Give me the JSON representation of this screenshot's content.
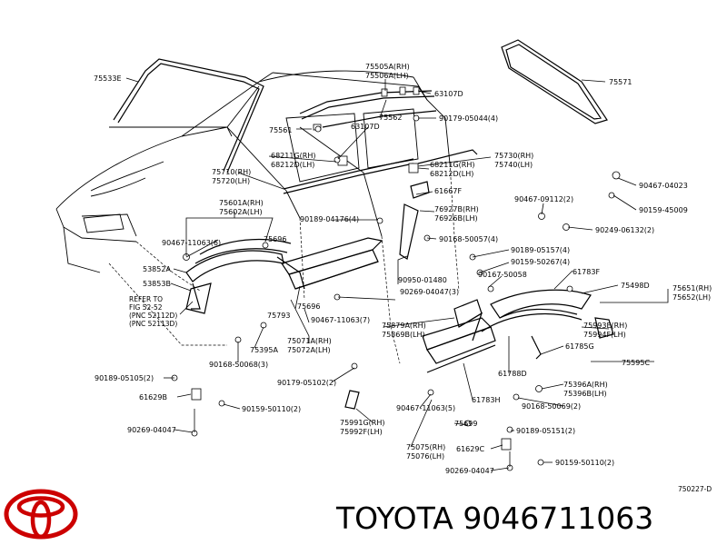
{
  "parts": [
    {
      "id": "p1",
      "text": "75533E"
    },
    {
      "id": "p2",
      "text": "75505A(RH)"
    },
    {
      "id": "p3",
      "text": "75506A(LH)"
    },
    {
      "id": "p4",
      "text": "63107D"
    },
    {
      "id": "p5",
      "text": "75571"
    },
    {
      "id": "p6",
      "text": "75561"
    },
    {
      "id": "p7",
      "text": "75562"
    },
    {
      "id": "p8",
      "text": "90179-05044(4)"
    },
    {
      "id": "p9",
      "text": "63107D"
    },
    {
      "id": "p10",
      "text": "68211G(RH)"
    },
    {
      "id": "p11",
      "text": "68212D(LH)"
    },
    {
      "id": "p12",
      "text": "75730(RH)"
    },
    {
      "id": "p13",
      "text": "75740(LH)"
    },
    {
      "id": "p14",
      "text": "75710(RH)"
    },
    {
      "id": "p15",
      "text": "75720(LH)"
    },
    {
      "id": "p16",
      "text": "68211G(RH)"
    },
    {
      "id": "p17",
      "text": "68212D(LH)"
    },
    {
      "id": "p18",
      "text": "61667F"
    },
    {
      "id": "p19",
      "text": "90467-09112(2)"
    },
    {
      "id": "p20",
      "text": "90467-04023"
    },
    {
      "id": "p21",
      "text": "90159-45009"
    },
    {
      "id": "p22",
      "text": "75601A(RH)"
    },
    {
      "id": "p23",
      "text": "75602A(LH)"
    },
    {
      "id": "p24",
      "text": "90189-04176(4)"
    },
    {
      "id": "p25",
      "text": "76927B(RH)"
    },
    {
      "id": "p26",
      "text": "76926B(LH)"
    },
    {
      "id": "p27",
      "text": "90249-06132(2)"
    },
    {
      "id": "p28",
      "text": "90467-11063(6)"
    },
    {
      "id": "p29",
      "text": "75696"
    },
    {
      "id": "p30",
      "text": "90168-50057(4)"
    },
    {
      "id": "p31",
      "text": "90189-05157(4)"
    },
    {
      "id": "p32",
      "text": "90159-50267(4)"
    },
    {
      "id": "p33",
      "text": "53852A"
    },
    {
      "id": "p34",
      "text": "90167-50058"
    },
    {
      "id": "p35",
      "text": "61783F"
    },
    {
      "id": "p36",
      "text": "53853B"
    },
    {
      "id": "p37",
      "text": "90950-01480"
    },
    {
      "id": "p38",
      "text": "75498D"
    },
    {
      "id": "p39",
      "text": "75651(RH)"
    },
    {
      "id": "p40",
      "text": "75652(LH)"
    },
    {
      "id": "p41",
      "text": "90269-04047(3)"
    },
    {
      "id": "p42",
      "text": "75696"
    },
    {
      "id": "p43",
      "text": "75793"
    },
    {
      "id": "p44",
      "text": "90467-11063(7)"
    },
    {
      "id": "p45",
      "text": "75879A(RH)"
    },
    {
      "id": "p46",
      "text": "75869B(LH)"
    },
    {
      "id": "p47",
      "text": "75993E(RH)"
    },
    {
      "id": "p48",
      "text": "75994F(LH)"
    },
    {
      "id": "p49",
      "text": "75071A(RH)"
    },
    {
      "id": "p50",
      "text": "75072A(LH)"
    },
    {
      "id": "p51",
      "text": "75395A"
    },
    {
      "id": "p52",
      "text": "61785G"
    },
    {
      "id": "p53",
      "text": "90168-50068(3)"
    },
    {
      "id": "p54",
      "text": "75595C"
    },
    {
      "id": "p55",
      "text": "90179-05102(2)"
    },
    {
      "id": "p56",
      "text": "90189-05105(2)"
    },
    {
      "id": "p57",
      "text": "61788D"
    },
    {
      "id": "p58",
      "text": "75396A(RH)"
    },
    {
      "id": "p59",
      "text": "75396B(LH)"
    },
    {
      "id": "p60",
      "text": "61629B"
    },
    {
      "id": "p61",
      "text": "61783H"
    },
    {
      "id": "p62",
      "text": "90168-50069(2)"
    },
    {
      "id": "p63",
      "text": "90159-50110(2)"
    },
    {
      "id": "p64",
      "text": "90467-11063(5)"
    },
    {
      "id": "p65",
      "text": "75991G(RH)"
    },
    {
      "id": "p66",
      "text": "75992F(LH)"
    },
    {
      "id": "p67",
      "text": "75699"
    },
    {
      "id": "p68",
      "text": "90189-05151(2)"
    },
    {
      "id": "p69",
      "text": "90269-04047"
    },
    {
      "id": "p70",
      "text": "75075(RH)"
    },
    {
      "id": "p71",
      "text": "75076(LH)"
    },
    {
      "id": "p72",
      "text": "61629C"
    },
    {
      "id": "p73",
      "text": "90159-50110(2)"
    },
    {
      "id": "p74",
      "text": "90269-04047"
    }
  ],
  "refer_note": [
    "REFER TO",
    "FIG 52-52",
    "(PNC 52112D)",
    "(PNC 52113D)"
  ],
  "drawing_code": "750227-D",
  "caption": "TOYOTA 9046711063",
  "brand_logo": {
    "name": "toyota-logo-icon",
    "color": "#cc0000"
  }
}
